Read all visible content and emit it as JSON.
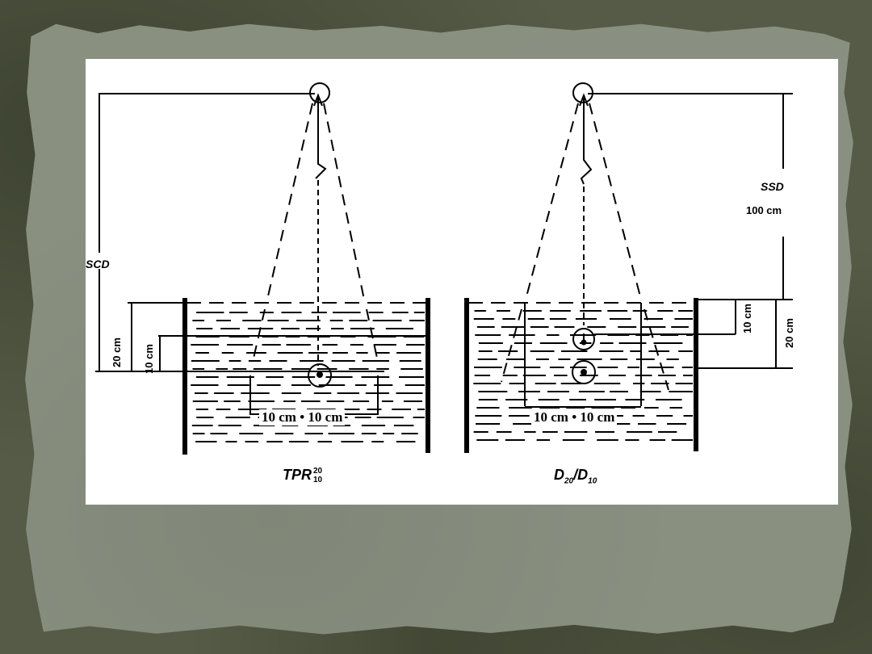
{
  "slide": {
    "background_color": "#555b46",
    "paper_color": "#8a9080",
    "figure_background": "#ffffff"
  },
  "left_panel": {
    "caption_main": "TPR",
    "caption_sup": "20",
    "caption_sub": "10",
    "distance_label": "SCD",
    "depth_outer_label": "20 cm",
    "depth_inner_label": "10 cm",
    "field_size_label": "10 cm • 10 cm"
  },
  "right_panel": {
    "caption_d1": "D",
    "caption_d1_sub": "20",
    "caption_sep": "/",
    "caption_d2": "D",
    "caption_d2_sub": "10",
    "distance_label": "SSD",
    "distance_value": "100 cm",
    "depth_inner_label": "10 cm",
    "depth_outer_label": "20 cm",
    "field_size_label": "10 cm • 10 cm"
  }
}
